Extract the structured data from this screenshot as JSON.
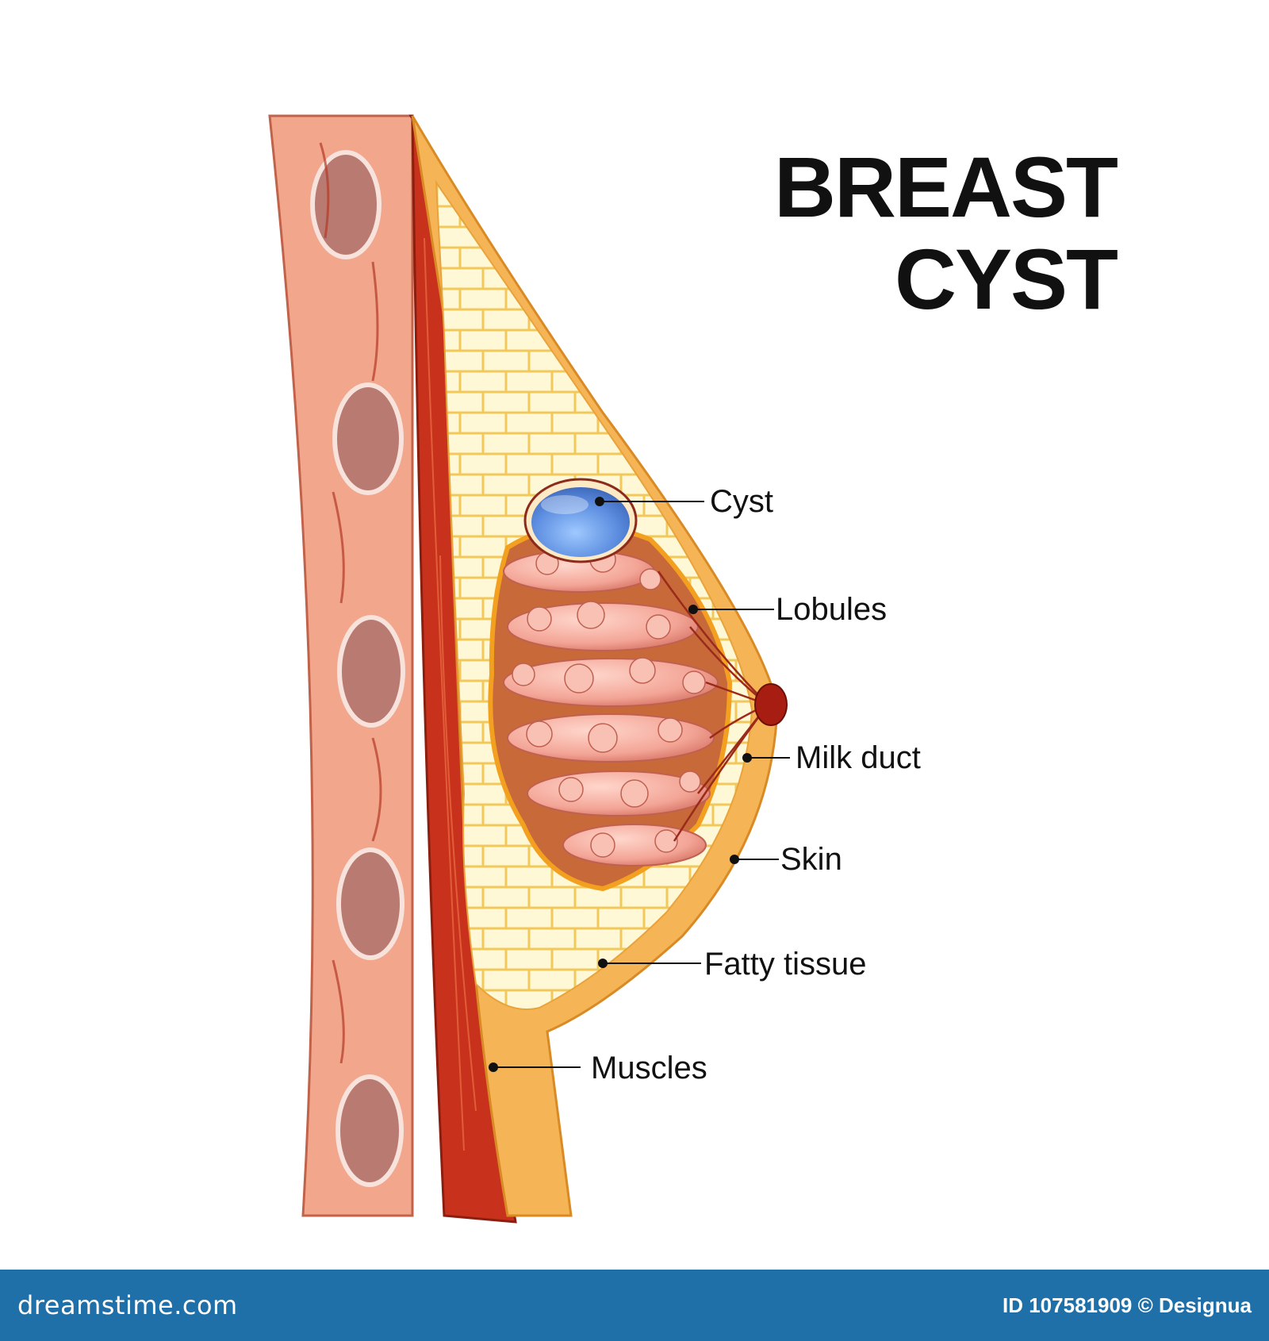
{
  "title": {
    "line1": "BREAST",
    "line2": "CYST"
  },
  "labels": {
    "cyst": "Cyst",
    "lobules": "Lobules",
    "milk_duct": "Milk duct",
    "skin": "Skin",
    "fatty_tissue": "Fatty tissue",
    "muscles": "Muscles"
  },
  "footer": {
    "site": "dreamstime.com",
    "image_id": "ID 107581909 © Designua"
  },
  "colors": {
    "rib_wall": "#f2a68c",
    "muscle": "#c8321c",
    "fat": "#fde9a0",
    "skin": "#f5b455",
    "lobule": "#f3a596",
    "cyst": "#7eaee8",
    "nipple": "#a81d12",
    "footer": "#1f6fa8"
  }
}
